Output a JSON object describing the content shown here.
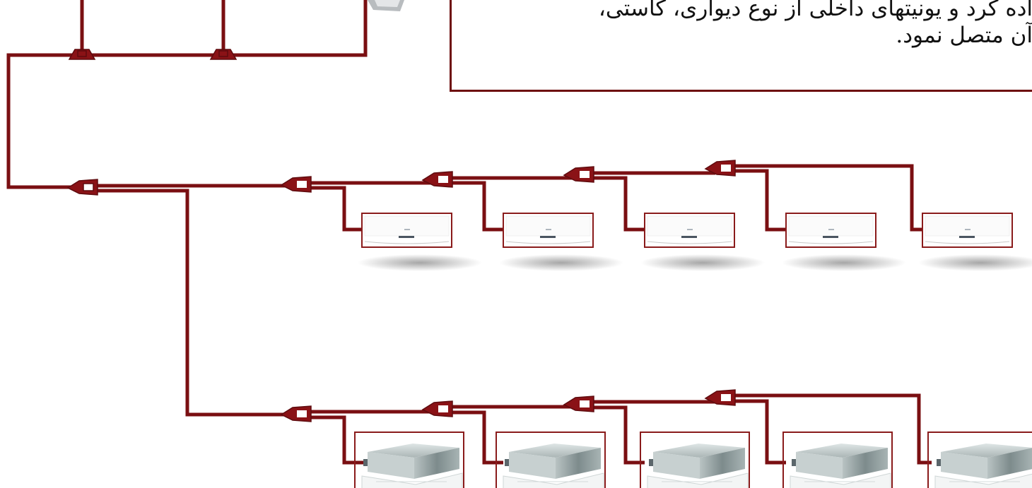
{
  "description_text": {
    "line1": "اده کرد و یونیتهای داخلی از نوع دیواری، کاستی،",
    "line2": "آن متصل نمود."
  },
  "colors": {
    "pipe": "#7a0f12",
    "frame": "#8a1b1b",
    "textbox_border": "#6e0d0d"
  },
  "wall_units": [
    {
      "icon": "wall-mounted-ac-unit"
    },
    {
      "icon": "wall-mounted-ac-unit"
    },
    {
      "icon": "wall-mounted-ac-unit"
    },
    {
      "icon": "wall-mounted-ac-unit"
    },
    {
      "icon": "wall-mounted-ac-unit"
    }
  ],
  "cassette_units": [
    {
      "icon": "ceiling-cassette-ac-unit"
    },
    {
      "icon": "ceiling-cassette-ac-unit"
    },
    {
      "icon": "ceiling-cassette-ac-unit"
    },
    {
      "icon": "ceiling-cassette-ac-unit"
    },
    {
      "icon": "ceiling-cassette-ac-unit"
    }
  ],
  "top_branch_joints": [
    {
      "icon": "refnet-joint"
    },
    {
      "icon": "refnet-joint"
    }
  ],
  "outdoor_unit": {
    "icon": "outdoor-unit-partial"
  }
}
